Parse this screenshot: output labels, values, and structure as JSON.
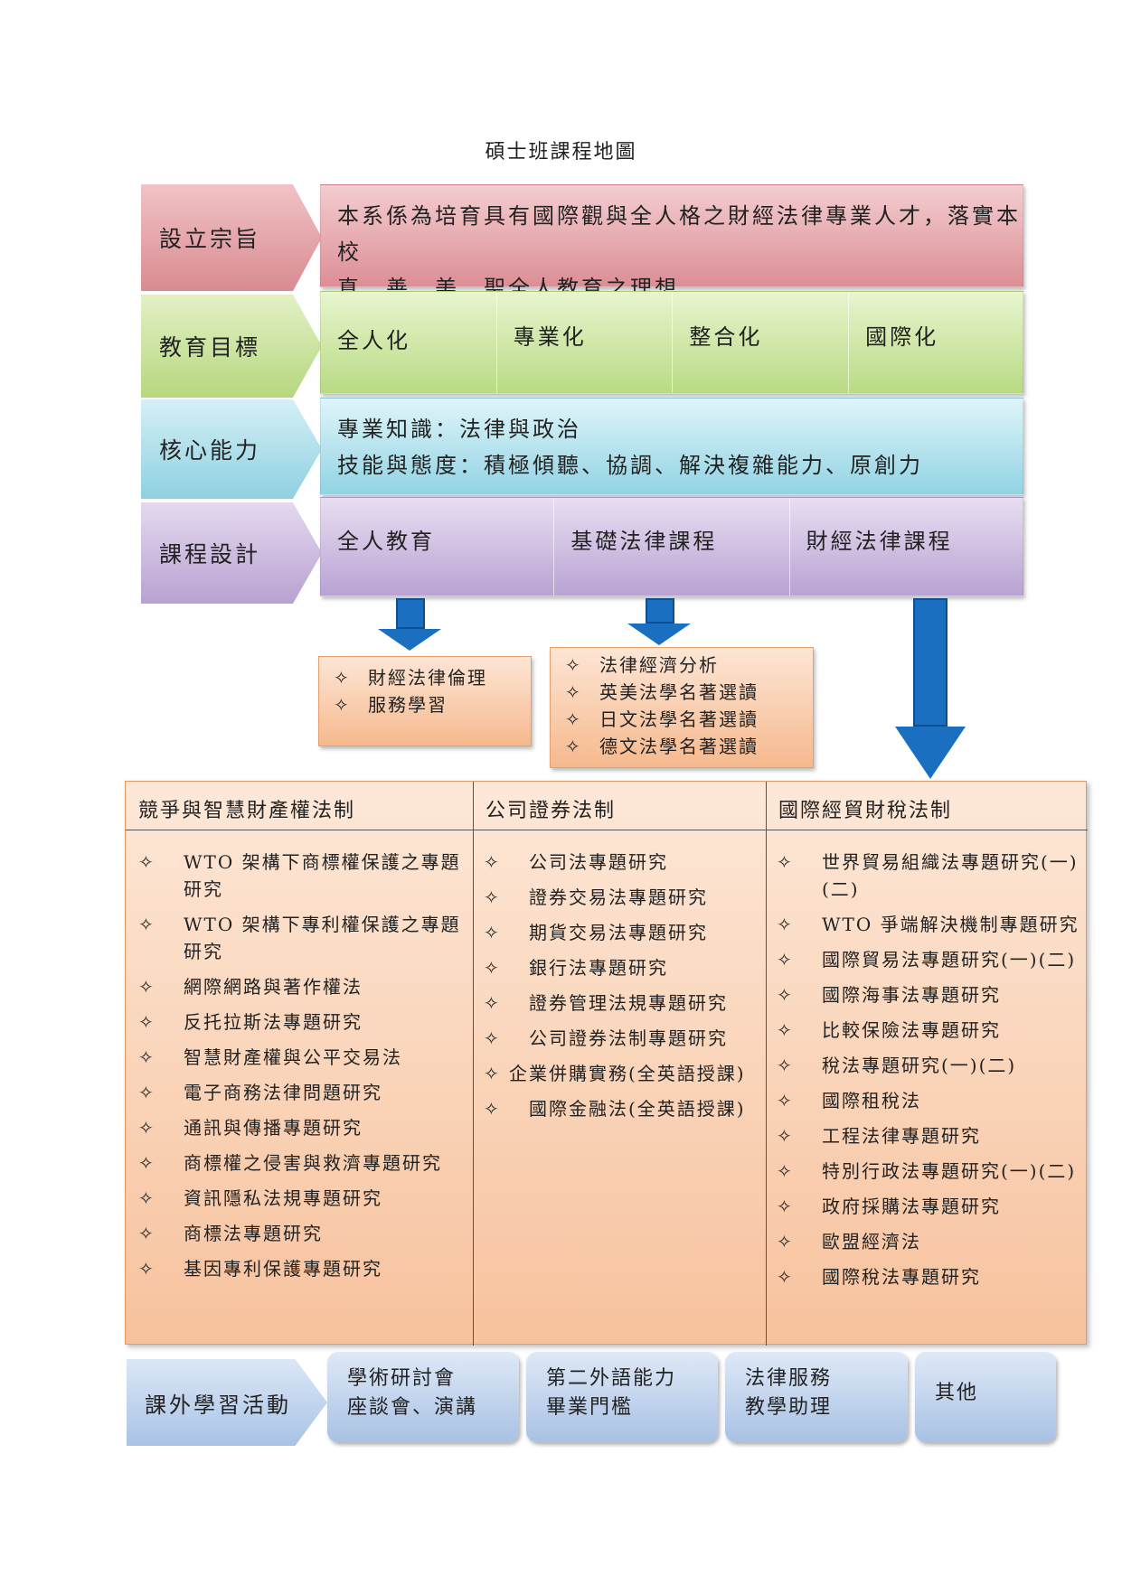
{
  "title": "碩士班課程地圖",
  "mission": {
    "label": "設立宗旨",
    "line1": "本系係為培育具有國際觀與全人格之財經法律專業人才，落實本校",
    "line2": "真、善、美、聖全人教育之理想"
  },
  "goals": {
    "label": "教育目標",
    "items": [
      "全人化",
      "專業化",
      "整合化",
      "國際化"
    ]
  },
  "core": {
    "label": "核心能力",
    "line1": "專業知識：法律與政治",
    "line2": "技能與態度：積極傾聽、協調、解決複雜能力、原創力"
  },
  "design": {
    "label": "課程設計",
    "items": [
      "全人教育",
      "基礎法律課程",
      "財經法律課程"
    ]
  },
  "symbol": "✧",
  "whole_person_courses": [
    "財經法律倫理",
    "服務學習"
  ],
  "basic_law_courses": [
    "法律經濟分析",
    "英美法學名著選讀",
    "日文法學名著選讀",
    "德文法學名著選讀"
  ],
  "finance_law": {
    "columns": [
      {
        "header": "競爭與智慧財產權法制",
        "items": [
          "WTO 架構下商標權保護之專題研究",
          "WTO 架構下專利權保護之專題研究",
          "網際網路與著作權法",
          "反托拉斯法專題研究",
          "智慧財產權與公平交易法",
          "電子商務法律問題研究",
          "通訊與傳播專題研究",
          "商標權之侵害與救濟專題研究",
          "資訊隱私法規專題研究",
          "商標法專題研究",
          "基因專利保護專題研究"
        ]
      },
      {
        "header": "公司證券法制",
        "items": [
          "公司法專題研究",
          "證券交易法專題研究",
          "期貨交易法專題研究",
          "銀行法專題研究",
          "證券管理法規專題研究",
          "公司證券法制專題研究",
          "企業併購實務(全英語授課)",
          "國際金融法(全英語授課)"
        ]
      },
      {
        "header": "國際經貿財稅法制",
        "items": [
          "世界貿易組織法專題研究(一)(二)",
          "WTO 爭端解決機制專題研究",
          "國際貿易法專題研究(一)(二)",
          "國際海事法專題研究",
          "比較保險法專題研究",
          "稅法專題研究(一)(二)",
          "國際租稅法",
          "工程法律專題研究",
          "特別行政法專題研究(一)(二)",
          "政府採購法專題研究",
          "歐盟經濟法",
          "國際稅法專題研究"
        ]
      }
    ]
  },
  "extracurricular": {
    "label": "課外學習活動",
    "items": [
      {
        "line1": "學術研討會",
        "line2": "座談會、演講"
      },
      {
        "line1": "第二外語能力",
        "line2": "畢業門檻"
      },
      {
        "line1": "法律服務",
        "line2": "教學助理"
      },
      {
        "line1": "其他",
        "line2": ""
      }
    ]
  }
}
